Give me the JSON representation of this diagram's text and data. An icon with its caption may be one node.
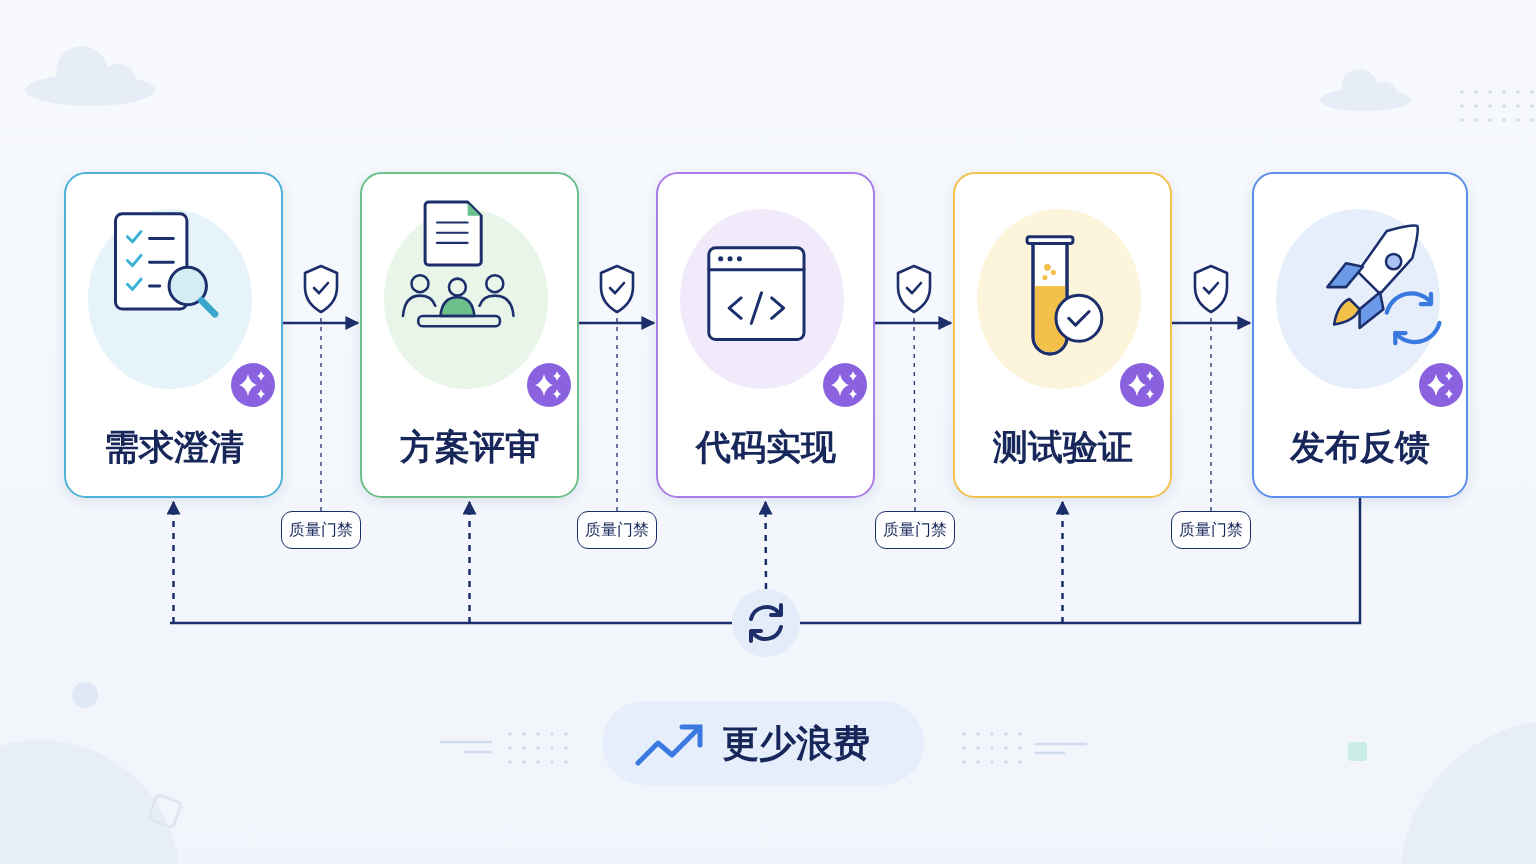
{
  "diagram": {
    "nodes": [
      {
        "text": [
          "需求澄清"
        ]
      },
      {
        "text": [
          "方案评审"
        ]
      },
      {
        "text": [
          "代码实现"
        ]
      },
      {
        "text": [
          "测试验证"
        ]
      },
      {
        "text": [
          "发布反馈"
        ]
      },
      {
        "text": [],
        "shape": "picture"
      },
      {
        "text": [],
        "shape": "picture"
      },
      {
        "text": [],
        "shape": "picture"
      },
      {
        "text": [],
        "shape": "picture"
      },
      {
        "text": [
          "质量门禁"
        ]
      },
      {
        "text": [
          "质量门禁"
        ]
      },
      {
        "text": [
          "质量门禁"
        ]
      },
      {
        "text": [
          "质量门禁"
        ]
      },
      {
        "text": [],
        "shape": "circle"
      },
      {
        "text": [
          "更少浪费"
        ]
      }
    ],
    "edges": [
      {
        "from": 0,
        "to": 1,
        "arrow": "to"
      },
      {
        "from": 1,
        "to": 2,
        "arrow": "to"
      },
      {
        "from": 2,
        "to": 3,
        "arrow": "to"
      },
      {
        "from": 3,
        "to": 4,
        "arrow": "to"
      },
      {
        "from": 9,
        "to": 5,
        "arrow": "none",
        "style": "dashed"
      },
      {
        "from": 10,
        "to": 6,
        "arrow": "none",
        "style": "dashed"
      },
      {
        "from": 11,
        "to": 7,
        "arrow": "none",
        "style": "dashed"
      },
      {
        "from": 12,
        "to": 8,
        "arrow": "none",
        "style": "dashed"
      },
      {
        "from": 4,
        "to": 13,
        "arrow": "none"
      },
      {
        "from": 13,
        "to": null,
        "arrow": "none"
      },
      {
        "from": null,
        "to": 0,
        "arrow": "to",
        "style": "dashed"
      },
      {
        "from": null,
        "to": 1,
        "arrow": "to",
        "style": "dashed"
      },
      {
        "from": 13,
        "to": 2,
        "arrow": "to",
        "style": "dashed"
      },
      {
        "from": null,
        "to": 3,
        "arrow": "to",
        "style": "dashed"
      }
    ]
  }
}
